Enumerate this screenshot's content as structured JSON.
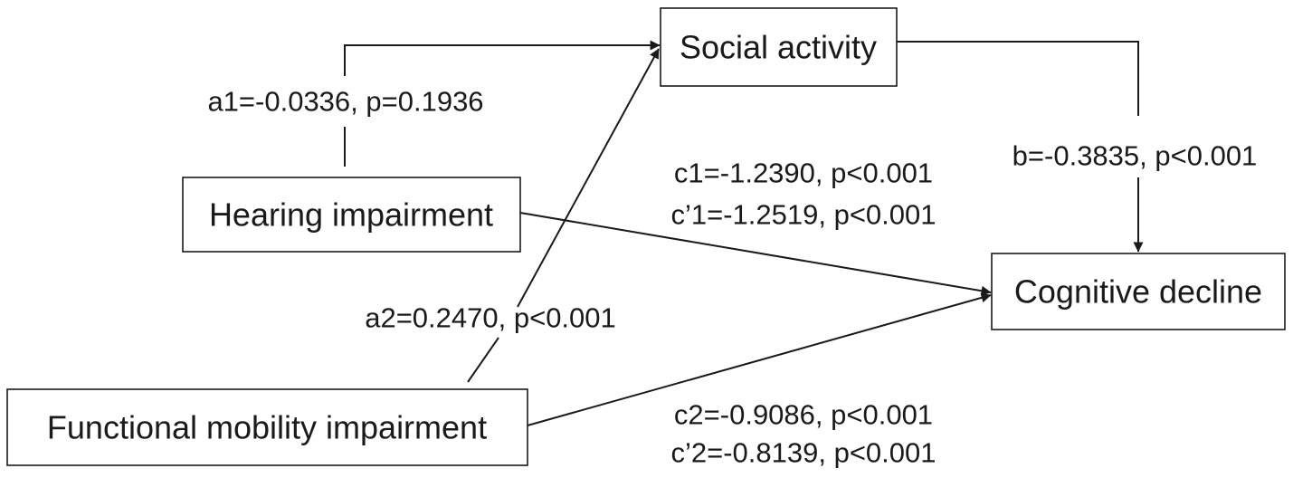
{
  "colors": {
    "ink": "#1a1a1a",
    "background": "#ffffff"
  },
  "nodes": {
    "social": {
      "label": "Social activity"
    },
    "hearing": {
      "label": "Hearing impairment"
    },
    "mobility": {
      "label": "Functional mobility impairment"
    },
    "cognitive": {
      "label": "Cognitive decline"
    }
  },
  "paths": {
    "a1": {
      "label": "a1=-0.0336, p=0.1936"
    },
    "a2": {
      "label": "a2=0.2470, p<0.001"
    },
    "b": {
      "label": "b=-0.3835, p<0.001"
    },
    "c1": {
      "total": "c1=-1.2390, p<0.001",
      "direct": "c’1=-1.2519, p<0.001"
    },
    "c2": {
      "total": "c2=-0.9086, p<0.001",
      "direct": "c’2=-0.8139, p<0.001"
    }
  }
}
